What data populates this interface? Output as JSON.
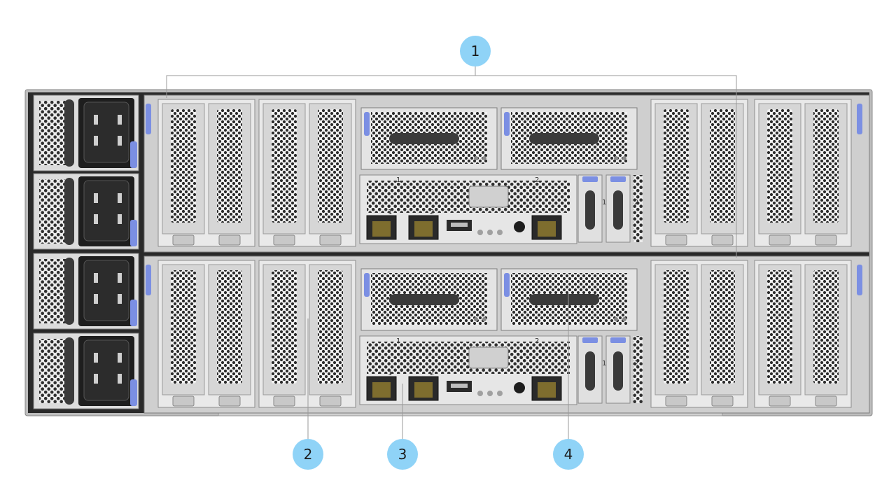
{
  "callouts": [
    {
      "id": "1",
      "label": "1"
    },
    {
      "id": "2",
      "label": "2"
    },
    {
      "id": "3",
      "label": "3"
    },
    {
      "id": "4",
      "label": "4"
    }
  ],
  "port_labels": {
    "bat1": "1",
    "bat2": "2",
    "net1": "1",
    "net2": "2",
    "slot1": "1",
    "slot2": "2"
  },
  "colors": {
    "callout_fill": "#8fd3f7",
    "release_tab": "#7b8fe3",
    "chassis_dark": "#222222",
    "chassis_frame": "#b8b8b8",
    "bay_face": "#e9e9e9"
  },
  "icons": [
    "power-inlet-icon",
    "ethernet-port-icon",
    "usb-port-icon",
    "battery-icon",
    "network-icon",
    "gear-icon",
    "power-led-icon",
    "warning-icon"
  ]
}
